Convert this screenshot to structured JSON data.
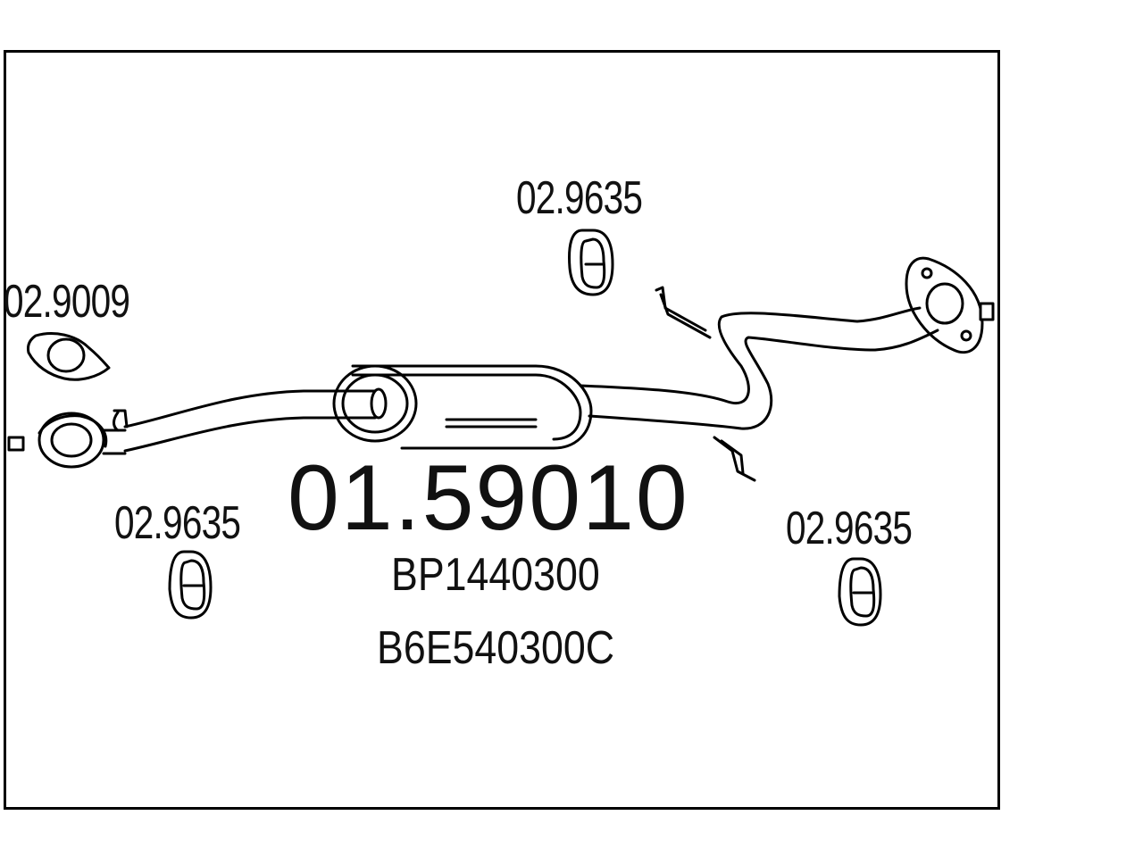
{
  "main_part_number": "01.59010",
  "oem_numbers": [
    "BP1440300",
    "B6E540300C"
  ],
  "accessories": {
    "gasket": "02.9009",
    "hanger_top": "02.9635",
    "hanger_left": "02.9635",
    "hanger_right": "02.9635"
  }
}
